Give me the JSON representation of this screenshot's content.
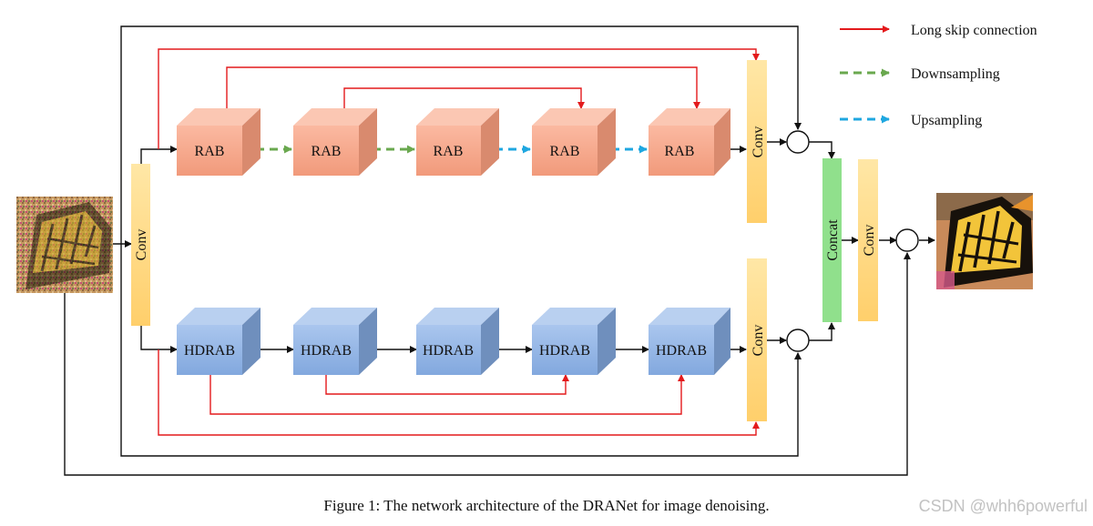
{
  "labels": {
    "rab": "RAB",
    "hdrab": "HDRAB",
    "conv": "Conv",
    "concat": "Concat"
  },
  "legend": {
    "long_skip": "Long skip connection",
    "downsampling": "Downsampling",
    "upsampling": "Upsampling"
  },
  "colors": {
    "long_skip": "#e31a1c",
    "downsampling": "#6aa84f",
    "upsampling": "#1fa7e0",
    "rab_block": "#f4a58a",
    "hdrab_block": "#8fb2e2",
    "conv_block": "#ffd98a",
    "concat_block": "#90e08c"
  },
  "caption": "Figure 1: The network architecture of the DRANet for image denoising.",
  "watermark": "CSDN @whh6powerful",
  "images": {
    "input": "noisy-butterfly-image",
    "output": "denoised-butterfly-image"
  }
}
